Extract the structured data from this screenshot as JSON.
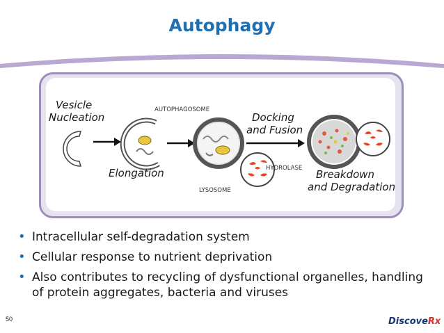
{
  "slide": {
    "title": "Autophagy",
    "number": "50"
  },
  "figure": {
    "labels": {
      "vesicle_nucleation_1": "Vesicle",
      "vesicle_nucleation_2": "Nucleation",
      "elongation": "Elongation",
      "autophagosome": "AUTOPHAGOSOME",
      "docking_1": "Docking",
      "docking_2": "and Fusion",
      "lysosome": "LYSOSOME",
      "hydrolase": "HYDROLASE",
      "breakdown_1": "Breakdown",
      "breakdown_2": "and Degradation"
    }
  },
  "bullets": [
    "Intracellular self-degradation system",
    "Cellular response to nutrient deprivation",
    "Also contributes to recycling of dysfunctional organelles, handling of protein aggregates, bacteria and viruses"
  ],
  "logo": {
    "text": "Discove",
    "suffix": "Rx"
  },
  "colors": {
    "title": "#1f6fb2",
    "frame": "#9c8dbd",
    "frame_fill": "#e7e2ef",
    "hydrolase": "#e2461c"
  }
}
